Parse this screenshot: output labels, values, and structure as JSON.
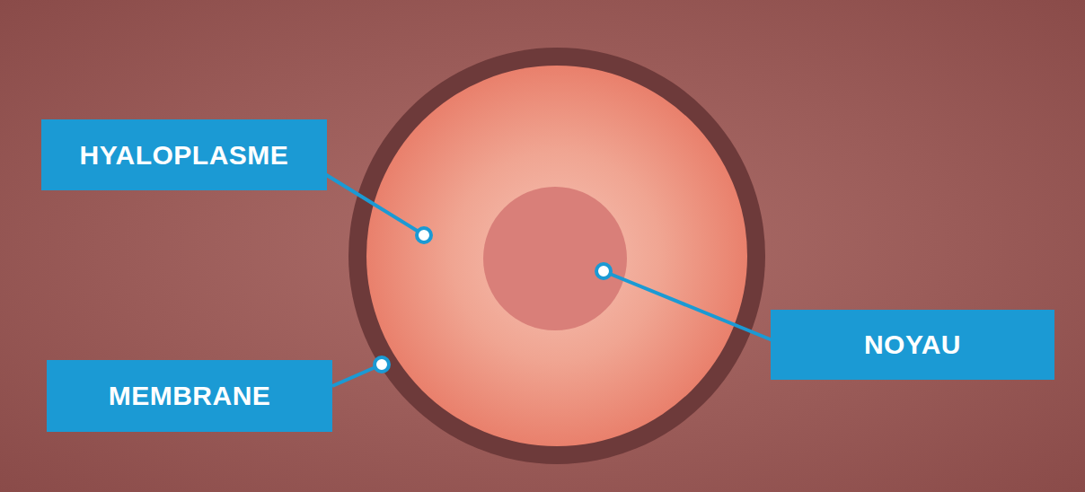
{
  "diagram": {
    "nodes": [
      {
        "text": [
          "HYALOPLASME"
        ]
      },
      {
        "text": [
          "NOYAU"
        ]
      },
      {
        "text": [
          "MEMBRANE"
        ]
      }
    ]
  }
}
